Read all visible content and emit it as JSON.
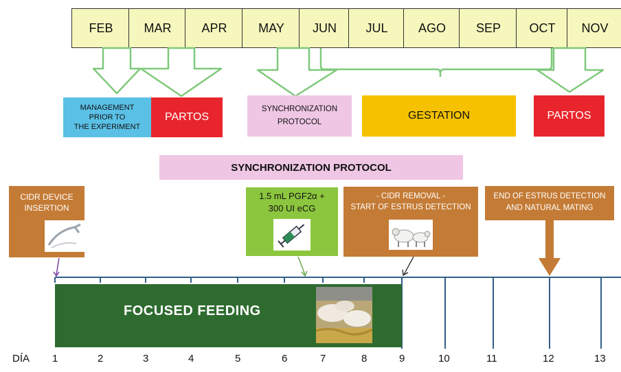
{
  "months": [
    "FEB",
    "MAR",
    "APR",
    "MAY",
    "JUN",
    "JUL",
    "AGO",
    "SEP",
    "OCT",
    "NOV"
  ],
  "phases": {
    "management": "MANAGEMENT\nPRIOR TO\nTHE EXPERIMENT",
    "partos1": "PARTOS",
    "sync_protocol": "SYNCHRONIZATION\nPROTOCOL",
    "gestation": "GESTATION",
    "partos2": "PARTOS"
  },
  "banner": "SYNCHRONIZATION PROTOCOL",
  "events": {
    "cidr_insertion": "CIDR DEVICE\nINSERTION",
    "pgf": "1.5 mL PGF2α +\n300 UI eCG",
    "cidr_removal": "- CIDR REMOVAL -\nSTART OF ESTRUS DETECTION",
    "end_estrus": "END OF ESTRUS DETECTION\nAND NATURAL MATING"
  },
  "feeding_label": "FOCUSED FEEDING",
  "day_axis_label": "DÍA",
  "days": [
    "1",
    "2",
    "3",
    "4",
    "5",
    "6",
    "7",
    "8",
    "9",
    "10",
    "11",
    "12",
    "13"
  ],
  "colors": {
    "month_fill": "#f6f7bd",
    "arrow_green": "#7fc97a",
    "management": "#5bc0e6",
    "partos": "#e8252c",
    "sync_pink": "#efc6e4",
    "gestation": "#f6c200",
    "event_orange": "#c47b35",
    "event_green": "#8cc63f",
    "feeding": "#2e6b2f",
    "timeline": "#2f5f8a"
  },
  "icons": {
    "cidr": "cidr-device-icon",
    "syringe": "syringe-icon",
    "sheep": "sheep-icon",
    "feeding_photo": "feeding-sheep-photo"
  }
}
